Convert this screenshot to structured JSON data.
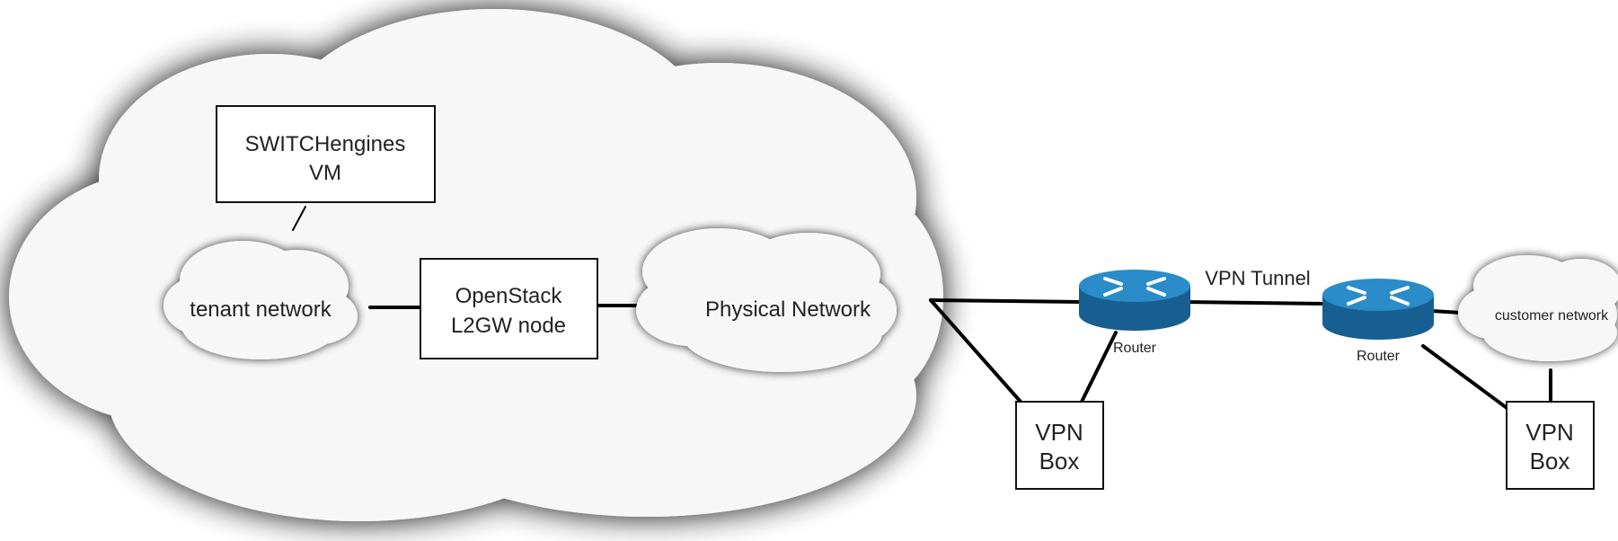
{
  "nodes": {
    "vm": {
      "line1": "SWITCHengines",
      "line2": "VM"
    },
    "tenant_network": "tenant network",
    "l2gw": {
      "line1": "OpenStack",
      "line2": "L2GW node"
    },
    "physical_network": "Physical Network",
    "router_left": "Router",
    "router_right": "Router",
    "vpn_box_left": {
      "line1": "VPN",
      "line2": "Box"
    },
    "vpn_box_right": {
      "line1": "VPN",
      "line2": "Box"
    },
    "customer_network": "customer network"
  },
  "edges": {
    "vpn_tunnel": "VPN Tunnel"
  },
  "colors": {
    "router_body": "#1a6fa8",
    "router_top": "#2a8cc8",
    "cloud_fill": "#f7f7f7",
    "cloud_shadow": "#000000"
  },
  "icons": {
    "router": "router-icon",
    "cloud": "cloud-icon"
  }
}
